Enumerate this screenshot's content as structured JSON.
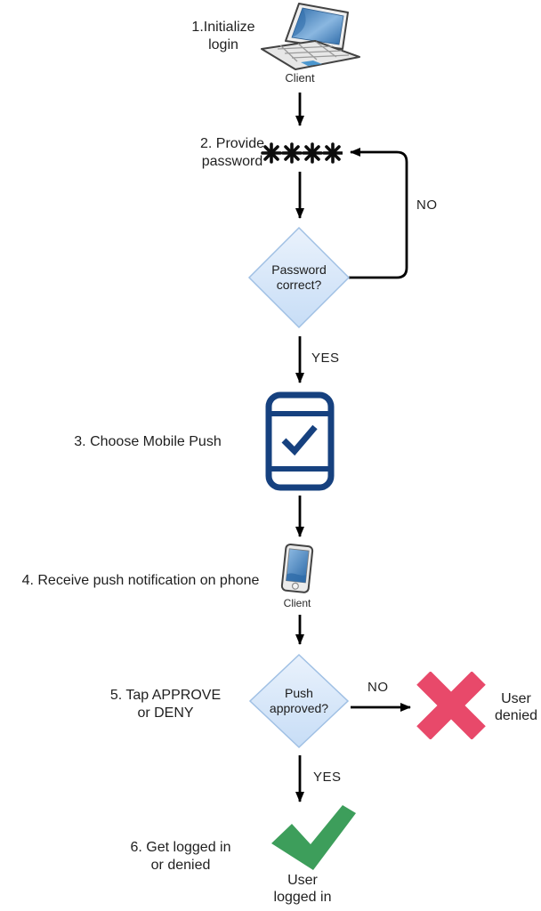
{
  "title": "Mobile push authentication flowchart",
  "colors": {
    "text": "#1f1f1f",
    "line": "#000000",
    "navy": "#16417f",
    "green": "#3d9e5b",
    "red": "#e8496a",
    "diamond_top": "#eaf2fc",
    "diamond_bottom": "#c7ddf6",
    "diamond_border": "#a0c0e4",
    "screen_blue_dark": "#2e6ba9",
    "screen_blue_light": "#8ab7e0",
    "device_gray": "#ebebeb",
    "device_border": "#434343"
  },
  "steps": {
    "s1_line1": "1.Initialize",
    "s1_line2": "login",
    "s2_line1": "2. Provide",
    "s2_line2": "password",
    "s3": "3. Choose Mobile Push",
    "s4": "4. Receive push notification on phone",
    "s5_line1": "5. Tap APPROVE",
    "s5_line2": "or DENY",
    "s6_line1": "6. Get logged in",
    "s6_line2": "or denied"
  },
  "nodes": {
    "client_top_caption": "Client",
    "client_phone_caption": "Client",
    "password_mask": "****",
    "decision1_line1": "Password",
    "decision1_line2": "correct?",
    "decision2_line1": "Push",
    "decision2_line2": "approved?",
    "denied_line1": "User",
    "denied_line2": "denied",
    "logged_in_line1": "User",
    "logged_in_line2": "logged in"
  },
  "edges": {
    "no1": "NO",
    "yes1": "YES",
    "no2": "NO",
    "yes2": "YES"
  }
}
